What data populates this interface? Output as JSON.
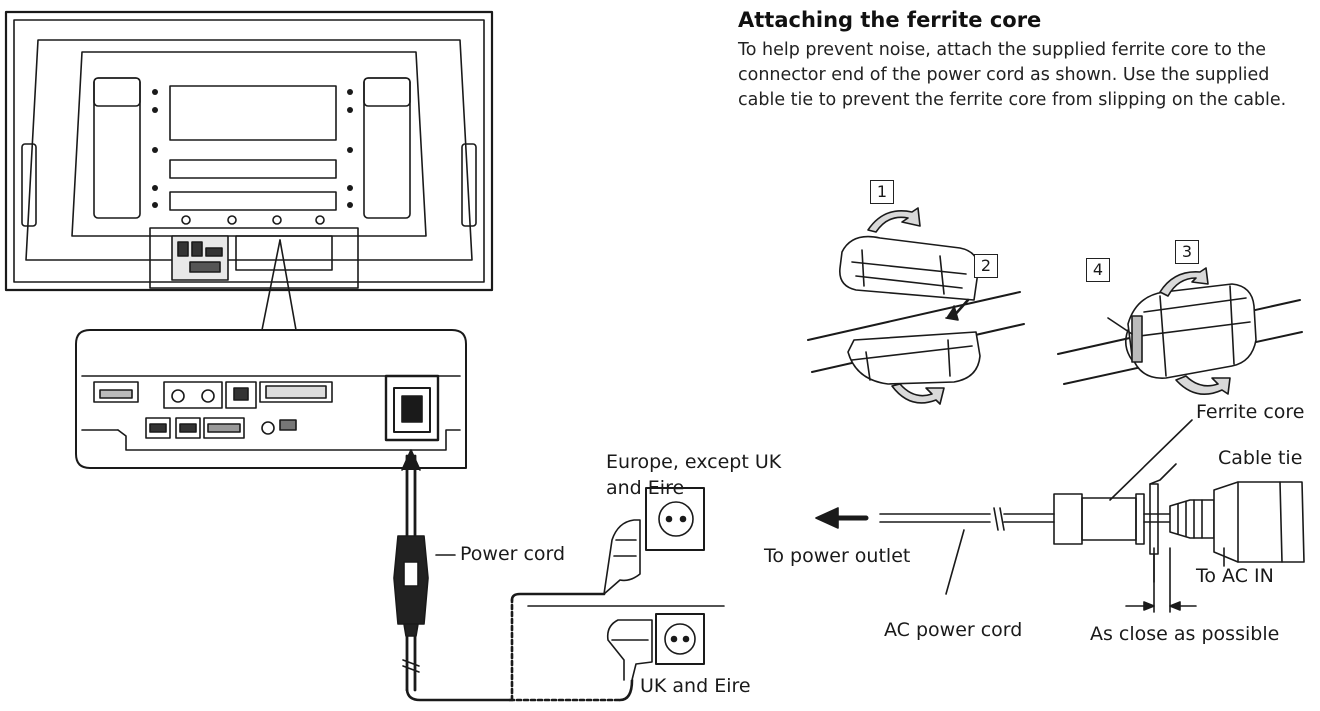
{
  "heading": "Attaching the ferrite core",
  "paragraph": "To help prevent noise, attach the supplied ferrite core to the connector end of the power cord as shown. Use the supplied cable tie to prevent the ferrite core from slipping on the cable.",
  "labels": {
    "power_cord": "Power cord",
    "europe": "Europe, except UK",
    "europe_line2": "and Eire",
    "uk": "UK and Eire",
    "to_power_outlet": "To power outlet",
    "ferrite_core": "Ferrite core",
    "cable_tie": "Cable tie",
    "to_ac_in": "To AC IN",
    "ac_power_cord": "AC power cord",
    "as_close": "As close as possible"
  },
  "steps": [
    "1",
    "2",
    "3",
    "4"
  ]
}
